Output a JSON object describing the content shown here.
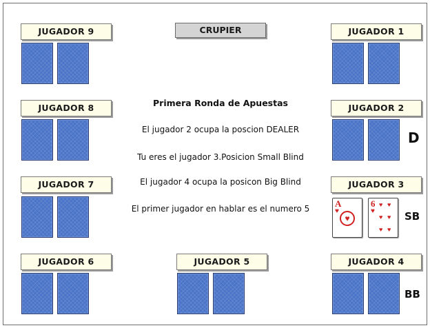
{
  "players": {
    "p9": "JUGADOR 9",
    "p8": "JUGADOR 8",
    "p7": "JUGADOR 7",
    "p6": "JUGADOR 6",
    "p5": "JUGADOR 5",
    "p1": "JUGADOR 1",
    "p2": "JUGADOR 2",
    "p3": "JUGADOR 3",
    "p4": "JUGADOR 4"
  },
  "dealer_label": "CRUPIER",
  "round_title": "Primera Ronda de Apuestas",
  "messages": [
    "El jugador 2 ocupa la poscion DEALER",
    "Tu eres el jugador 3.Posicion Small Blind",
    "El jugador 4 ocupa la posicon Big Blind",
    "El primer jugador en hablar es el numero 5"
  ],
  "markers": {
    "dealer": "D",
    "small_blind": "SB",
    "big_blind": "BB"
  },
  "hero_cards": [
    {
      "rank": "A",
      "suit": "heart-icon"
    },
    {
      "rank": "6",
      "suit": "heart-icon"
    }
  ],
  "colors": {
    "card_back": "#4a74c8",
    "label_bg": "#fdfde8",
    "dealer_bg": "#d4d4d4",
    "suit_red": "#d02020"
  }
}
